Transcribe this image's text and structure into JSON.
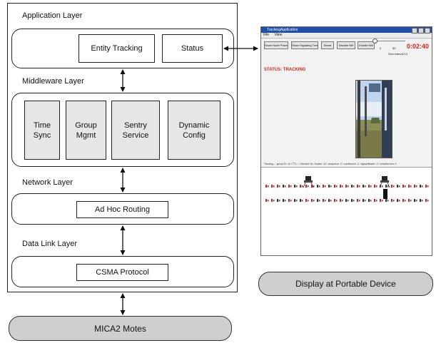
{
  "stack": {
    "application_layer": "Application Layer",
    "middleware_layer": "Middleware Layer",
    "network_layer": "Network Layer",
    "data_link_layer": "Data Link Layer",
    "entity_tracking": "Entity Tracking",
    "status": "Status",
    "time_sync": "Time Sync",
    "group_mgmt": "Group Mgmt",
    "sentry_service": "Sentry Service",
    "dynamic_config": "Dynamic Config",
    "ad_hoc_routing": "Ad Hoc Routing",
    "csma_protocol": "CSMA Protocol"
  },
  "bottom": {
    "motes": "MICA2 Motes",
    "display": "Display at Portable Device"
  },
  "device": {
    "window_title": "TrackingApplication",
    "menu": [
      "File",
      "View"
    ],
    "toolbar_buttons": [
      "Show Node Power",
      "Show Signaling Tree",
      "Reset",
      "Disable NM",
      "Enable NM"
    ],
    "slider_min": "0",
    "slider_max": "50",
    "grid_label": "Grid interval 10",
    "time": "0:02:40",
    "status_text": "STATUS: TRACKING",
    "caption": "Tracking -- group ID: 44 / TTL:- / Elected: 64 / leader: 44 / sequence: 3 / confidence: 2 / signal/leader: 2 / vehicles/min: 0"
  },
  "colors": {
    "tracking_red": "#e02020",
    "titlebar_blue": "#1f4fa8",
    "pill_gray": "#cfcfcf",
    "box_gray": "#e6e6e6"
  }
}
